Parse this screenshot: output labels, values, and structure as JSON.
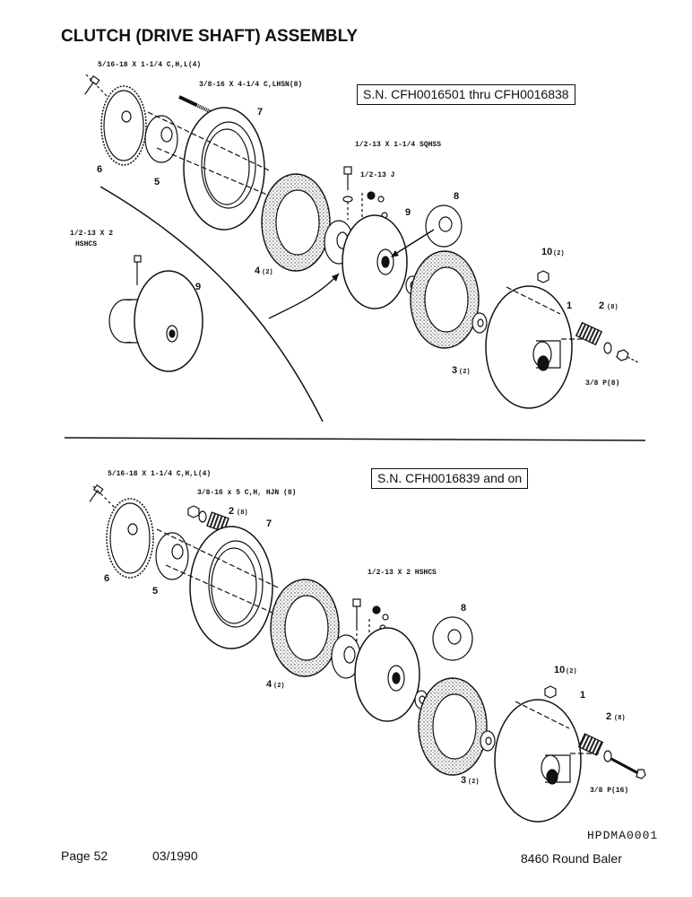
{
  "title": "CLUTCH (DRIVE SHAFT) ASSEMBLY",
  "top_section": {
    "serial_range": "S.N. CFH0016501 thru CFH0016838",
    "callouts": {
      "bolt_sprocket": "5/16-18 X 1-1/4 C,H,L(4)",
      "bolt_long": "3/8-16 X 4-1/4 C,LHSN(8)",
      "sqhss": "1/2-13 X 1-1/4 SQHSS",
      "jam_nut": "1/2-13 J",
      "hshcs_a": "1/2-13 X 2",
      "hshcs_b": "HSHCS",
      "washer": "3/8 P(8)"
    },
    "part_numbers": {
      "p1": "1",
      "p2": "2",
      "p2_qty": "(8)",
      "p3": "3",
      "p3_qty": "(2)",
      "p4": "4",
      "p4_qty": "(2)",
      "p5": "5",
      "p6": "6",
      "p7": "7",
      "p8": "8",
      "p9a": "9",
      "p9b": "9",
      "p10": "10",
      "p10_qty": "(2)"
    }
  },
  "bottom_section": {
    "serial_range": "S.N. CFH0016839 and on",
    "callouts": {
      "bolt_sprocket": "5/16-18 X 1-1/4 C,H,L(4)",
      "bolt_long": "3/8-16 x 5 C,H, HJN (8)",
      "hshcs": "1/2-13 X 2 HSHCS",
      "washer": "3/8 P(16)"
    },
    "part_numbers": {
      "p1": "1",
      "p2": "2",
      "p2_qty": "(8)",
      "p2b": "2",
      "p2b_qty": "(8)",
      "p3": "3",
      "p3_qty": "(2)",
      "p4": "4",
      "p4_qty": "(2)",
      "p5": "5",
      "p6": "6",
      "p7": "7",
      "p8": "8",
      "p10": "10",
      "p10_qty": "(2)"
    }
  },
  "drawing_code": "HPDMA0001",
  "footer": {
    "page": "Page 52",
    "date": "03/1990",
    "model": "8460 Round Baler"
  }
}
